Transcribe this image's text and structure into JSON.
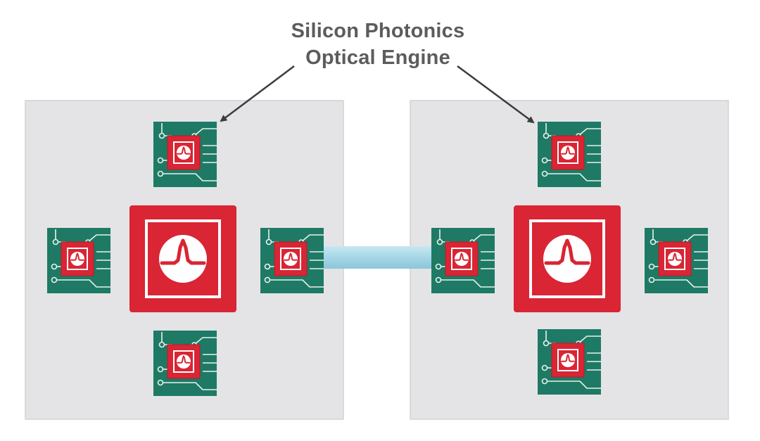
{
  "label": {
    "line1": "Silicon Photonics",
    "line2": "Optical Engine"
  },
  "colors": {
    "board": "#e4e4e6",
    "board_border": "#d2d2d4",
    "engine_green": "#1e7a64",
    "trace_white": "#e8f2ee",
    "asic_red": "#d92534",
    "asic_red_dark": "#b51d2a",
    "logo_white": "#ffffff",
    "link_blue": "#a8d8e8",
    "arrow": "#3c3c3c",
    "text": "#5c5c5c"
  },
  "icons": {
    "asic_logo": "wave-peak-logo-icon",
    "engine_logo": "wave-peak-logo-icon"
  },
  "boards": [
    {
      "name": "left-board",
      "asic": "asic-chip",
      "engines": [
        "top",
        "left",
        "right",
        "bottom"
      ]
    },
    {
      "name": "right-board",
      "asic": "asic-chip",
      "engines": [
        "top",
        "left",
        "right",
        "bottom"
      ]
    }
  ],
  "link": {
    "from": "left-board.right-engine",
    "to": "right-board.left-engine"
  }
}
